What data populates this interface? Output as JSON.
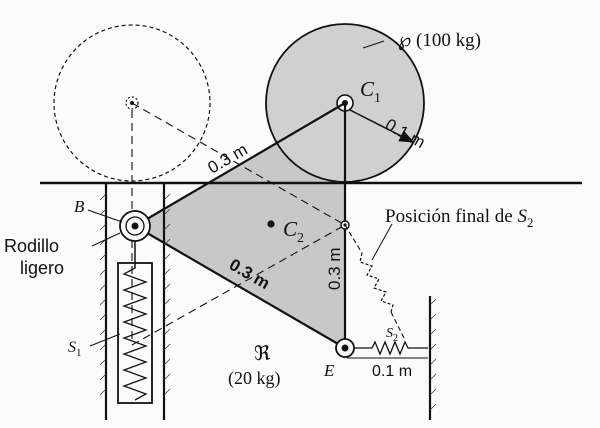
{
  "labels": {
    "mass_disc": "℘ (100 kg)",
    "c1": "C",
    "c1_sub": "1",
    "c2": "C",
    "c2_sub": "2",
    "b": "B",
    "e": "E",
    "roller_line1": "Rodillo",
    "roller_line2": "ligero",
    "dim_upper_link": "0.3 m",
    "dim_lower_link": "0.3 m",
    "dim_vertical": "0.3 m",
    "dim_radius": "0.1 m",
    "dim_spring": "0.1 m",
    "final_pos_prefix": "Posición final de ",
    "final_pos_var": "S",
    "final_pos_sub": "2",
    "s1": "S",
    "s1_sub": "1",
    "s2": "S",
    "s2_sub": "2",
    "plate_symbol": "ℜ",
    "plate_mass": "(20 kg)"
  },
  "colors": {
    "ink": "#111111",
    "plate_fill": "#c8c8c8",
    "background": "#fbfbfb"
  }
}
